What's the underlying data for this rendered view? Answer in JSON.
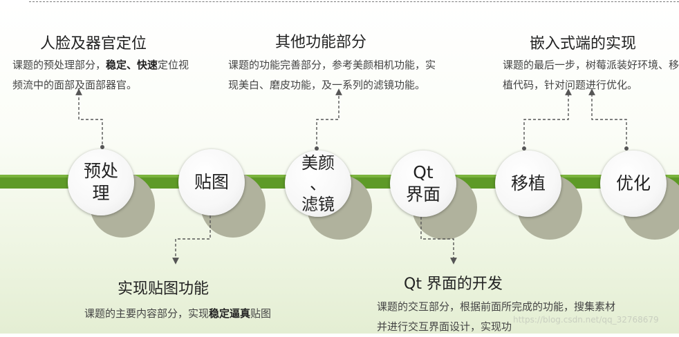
{
  "nodes": [
    {
      "id": "preprocess",
      "label": "预处\n理"
    },
    {
      "id": "sticker",
      "label": "贴图"
    },
    {
      "id": "beauty",
      "label": "美颜\n、\n滤镜"
    },
    {
      "id": "qt",
      "label": "Qt\n界面"
    },
    {
      "id": "port",
      "label": "移植"
    },
    {
      "id": "optimize",
      "label": "优化"
    }
  ],
  "cards": {
    "face": {
      "title": "人脸及器官定位",
      "desc_pre": "课题的预处理部分，",
      "desc_bold": "稳定、快速",
      "desc_post": "定位视频流中的面部及面部器官。"
    },
    "other": {
      "title": "其他功能部分",
      "desc": "课题的功能完善部分，参考美颜相机功能，实现美白、磨皮功能，及一系列的滤镜功能。"
    },
    "embedded": {
      "title": "嵌入式端的实现",
      "desc": "课题的最后一步，树莓派装好环境、移植代码，针对问题进行优化。"
    },
    "sticker": {
      "title": "实现贴图功能",
      "desc_pre": "课题的主要内容部分，实现",
      "desc_bold": "稳定逼真",
      "desc_post": "贴图"
    },
    "qt": {
      "title": "Qt 界面的开发",
      "desc": "课题的交互部分，根据前面所完成的功能，搜集素材并进行交互界面设计，实现功"
    }
  },
  "watermark": "https://blog.csdn.net/qq_32768679",
  "colors": {
    "band": "#5e9a27",
    "shadow": "#b0b29d",
    "connector": "#555555"
  }
}
